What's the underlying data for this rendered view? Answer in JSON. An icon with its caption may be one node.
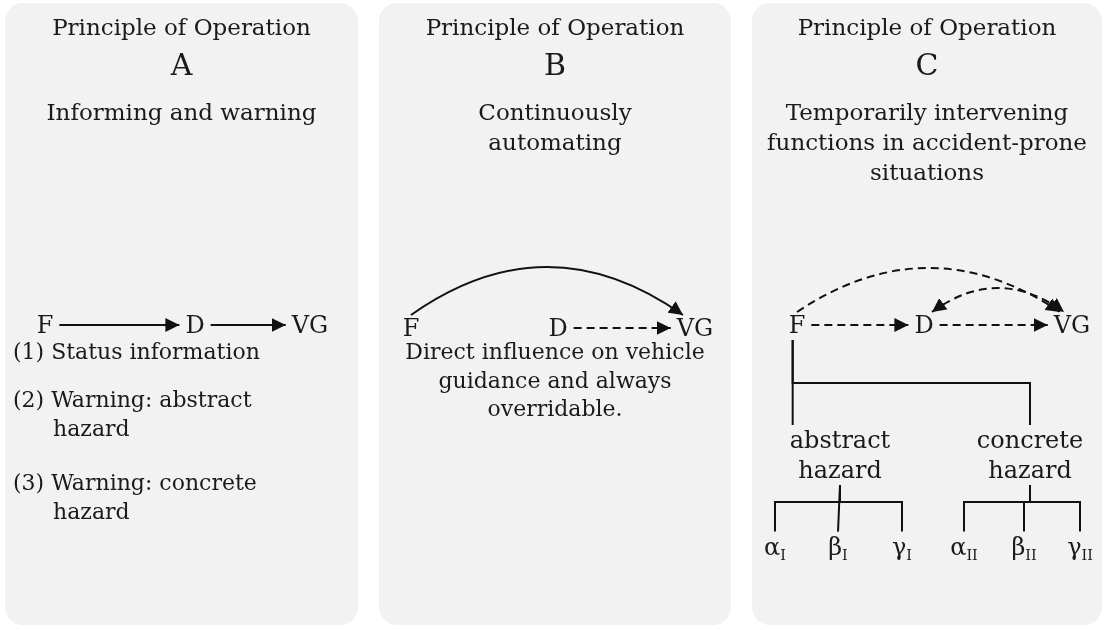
{
  "diagram": {
    "nodes": [
      {
        "text": [
          "Principle of Operation",
          "A",
          "Informing and warning",
          "(1) Status information",
          "(2) Warning: abstract hazard",
          "(3) Warning: concrete hazard"
        ]
      },
      {
        "text": [
          "F"
        ],
        "in": 0
      },
      {
        "text": [
          "D"
        ],
        "in": 0
      },
      {
        "text": [
          "VG"
        ],
        "in": 0
      },
      {
        "text": [
          "Principle of Operation",
          "B",
          "Continuously automating",
          "Direct influence on vehicle guidance and always overridable."
        ]
      },
      {
        "text": [
          "F"
        ],
        "in": 4
      },
      {
        "text": [
          "D"
        ],
        "in": 4
      },
      {
        "text": [
          "VG"
        ],
        "in": 4
      },
      {
        "text": [
          "Principle of Operation",
          "C",
          "Temporarily intervening functions in accident-prone situations"
        ]
      },
      {
        "text": [
          "F"
        ],
        "in": 8
      },
      {
        "text": [
          "D"
        ],
        "in": 8
      },
      {
        "text": [
          "VG"
        ],
        "in": 8
      },
      {
        "text": [
          "abstract hazard"
        ],
        "in": 8
      },
      {
        "text": [
          "concrete hazard"
        ],
        "in": 8
      },
      {
        "text": [
          "α$_{I}$"
        ],
        "in": 8
      },
      {
        "text": [
          "β$_{I}$"
        ],
        "in": 8
      },
      {
        "text": [
          "γ$_{I}$"
        ],
        "in": 8
      },
      {
        "text": [
          "α$_{II}$"
        ],
        "in": 8
      },
      {
        "text": [
          "β$_{II}$"
        ],
        "in": 8
      },
      {
        "text": [
          "γ$_{II}$"
        ],
        "in": 8
      }
    ],
    "edges": [
      {
        "from": 1,
        "to": 2,
        "arrow": "to"
      },
      {
        "from": 2,
        "to": 3,
        "arrow": "to"
      },
      {
        "from": 5,
        "to": 7,
        "arrow": "to"
      },
      {
        "from": 6,
        "to": 7,
        "arrow": "to",
        "style": "dashed"
      },
      {
        "from": 9,
        "to": 10,
        "arrow": "to",
        "style": "dashed"
      },
      {
        "from": 10,
        "to": 11,
        "arrow": "to",
        "style": "dashed"
      },
      {
        "from": 9,
        "to": 11,
        "arrow": "to",
        "style": "dashed"
      },
      {
        "from": 10,
        "to": 11,
        "arrow": "both",
        "style": "dashed"
      },
      {
        "from": 9,
        "to": 12,
        "arrow": "none"
      },
      {
        "from": 9,
        "to": 13,
        "arrow": "none"
      },
      {
        "from": 12,
        "to": 14,
        "arrow": "none"
      },
      {
        "from": 12,
        "to": 15,
        "arrow": "none"
      },
      {
        "from": 12,
        "to": 16,
        "arrow": "none"
      },
      {
        "from": 13,
        "to": 17,
        "arrow": "none"
      },
      {
        "from": 13,
        "to": 18,
        "arrow": "none"
      },
      {
        "from": 13,
        "to": 19,
        "arrow": "none"
      }
    ]
  }
}
